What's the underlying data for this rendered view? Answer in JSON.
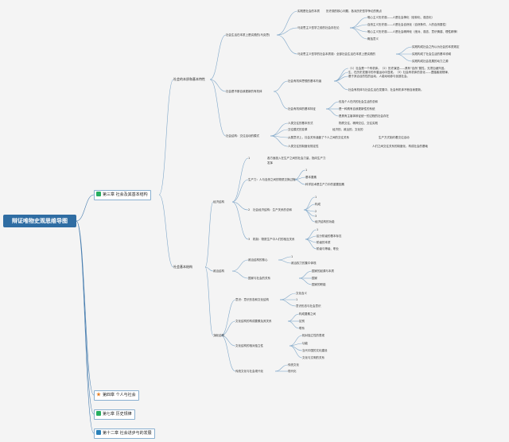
{
  "root": "辩证唯物史观思维导图",
  "chapters": {
    "ch3": "第三章 社会及其基本结构",
    "ch4": "第四章 个人与社会",
    "ch7": "第七章 历史规律",
    "ch12": "第十二章 社会进步与的发展"
  },
  "chapter_icons": {
    "ch3": "flag-icon",
    "ch4": "star-icon",
    "ch7": "flag-icon",
    "ch12": "book-icon"
  },
  "part1": {
    "title": "社会的本质和基本特性",
    "a": {
      "title": "社会生活在本质上是实践的(马克思)",
      "items": [
        "实践是社会的本质",
        "历史观的核心问题，各派历史哲学争论的焦点",
        "马克思主义哲学之前的社会存在论",
        "唯心主义历史观——人是社会神化（信仰化、观念化）",
        "自然主义历史观——人是社会自然化（自然条件、人的自然属性）",
        "唯心主义历史观——人是社会精神化（绝对、观念、意识情感、理性精神）",
        "概括意义",
        "马克思主义哲学的社会本质观：全部社会生活在本质上是实践的",
        "实践构成社会之所以为社会的本质规定",
        "实践构成了社会生活的基本领域",
        "实践构成社会发展的动力之源"
      ]
    },
    "b": {
      "title": "社会是不断自我更新的有机体",
      "items": [
        "社会有机体思想的基本内涵",
        "（1）社会是一个有机体。（2）历史演进——具有“自然”属性。无须加诸外因。",
        "生、在历史发展中的矛盾运动中显现。（3）社会有机体的变化——遵循客观规律，",
        "基于其合目的性的运动，人能动地参与创造社会。",
        "社会有机体与社会生活在发展中，社会有机体不断自我更新。",
        "社会有机体的基本特征",
        "包括个人在内的社会生活的总和",
        "是一种具有自我更新性的系统",
        "是具有主客体辩证统一的过程的社会存在"
      ]
    },
    "c": {
      "title": "社会结构：交往活动的模式",
      "items": [
        "人类交往的基本形式",
        "物质交往、精神交往、交往实践",
        "交往模式的变革",
        "经济的、政治的、文化的",
        "从属意识上，社会关系涵盖了个人之间的交往关系",
        "生产方式制约着交往活动",
        "人类交往的制度化规定性",
        "人们之间交往关系的制度化，构成社会的基础"
      ]
    }
  },
  "part2": {
    "title": "社会基本结构",
    "economic": {
      "title": "经济结构",
      "items": [
        "1",
        "各方面投入在生产之间的社会力量，指向生产力",
        "发挥",
        "生产力：人与自然之间的物质交换过程",
        "1",
        "基本要素",
        "科学技术是生产力中的重要因素",
        "2",
        "社会经济结构：生产关系的总和",
        "1",
        "构成",
        "2",
        "3",
        "经济结构的功能",
        "3",
        "机制：物质生产中人们的相互关系",
        "1",
        "区分阶级的基本标志",
        "阶级的本质",
        "阶级与等级、职业"
      ]
    },
    "political": {
      "title": "政治结构",
      "items": [
        "政治结构的核心",
        "1",
        "政治权力的集中体现",
        "国家与社会的关系",
        "国家的起源与本质",
        "国家",
        "国家的职能"
      ]
    },
    "cultural": {
      "title": "文化结构",
      "items": [
        "4",
        "意识：意识形态和文化结构",
        "文化含义",
        "1",
        "意识形态与社会意识",
        "文化结构的构成要素及其关系",
        "构成要素之间",
        "区别",
        "联系",
        "文化结构的相对独立性",
        "相对独立性的表现",
        "功能",
        "当代中国的文化建设",
        "文化与文明的关系",
        "传统文化与社会现代化",
        "传统文化",
        "现代化"
      ]
    }
  }
}
